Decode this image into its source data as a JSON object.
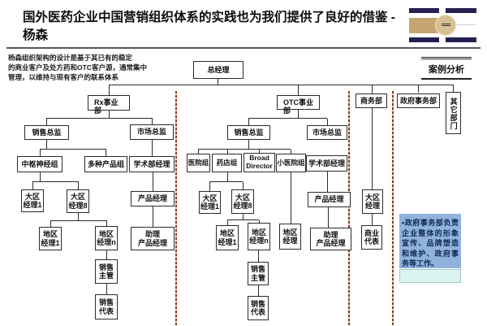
{
  "slide": {
    "title": "国外医药企业中国营销组织体系的实践也为我们提供了良好的借鉴 -\n杨森",
    "case_label": "案例分析",
    "intro": "杨森组织架构的设计是基于其已有的稳定\n的商业客户及处方药和OTC客户源，通常集中\n管理，以维持与现有客户的联系体系",
    "note": "•政府事务部负责企业整体的形象宣传、品牌塑造和维护、政府事务等工作。",
    "logo_name": "company-logo",
    "divider_color": "#8a3a1e",
    "note_bg": "#8FB3DD",
    "note2_bg": "#DBF4EF"
  },
  "nodes": {
    "gm": "总经理",
    "rx_bu": "Rx事业\n部",
    "otc_bu": "OTC事业\n部",
    "commerce": "商务部",
    "gov_affairs": "政府事务部",
    "other_depts": "其它部门",
    "sales_director": "销售总监",
    "marketing_director": "市场总监",
    "cns_group": "中枢神经组",
    "multi_product_group": "多种产品组",
    "academic_manager": "学术部经理",
    "region_manager_1": "大区经理1",
    "region_manager_8": "大区经理8",
    "district_manager_1": "地区经理1",
    "district_manager_n": "地区经理n",
    "district_manager": "地区经理",
    "product_manager": "产品经理",
    "assistant_product_manager": "助理\n产品经理",
    "sales_supervisor": "销售主管",
    "sales_rep": "销售代表",
    "hospital_group": "医院组",
    "drugstore_group": "药店组",
    "broad_director": "Broad Director",
    "small_hospital_group": "小医院组",
    "regional_manager": "大区经理",
    "commercial_rep": "商业代表"
  }
}
